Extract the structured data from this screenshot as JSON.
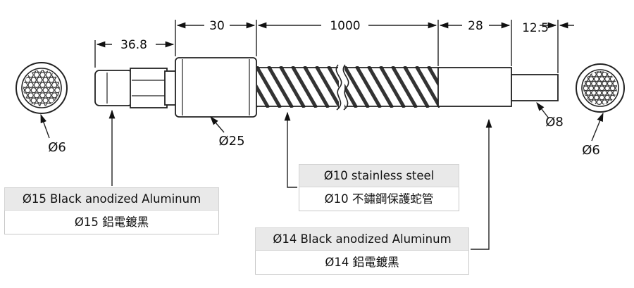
{
  "dimensions": {
    "d_36_8": "36.8",
    "d_30": "30",
    "d_1000": "1000",
    "d_28": "28",
    "d_12_5": "12.5"
  },
  "diameters": {
    "left_end": "Ø6",
    "nut": "Ø25",
    "sleeve_tip": "Ø8",
    "right_end": "Ø6"
  },
  "callouts": {
    "left": {
      "line1": "Ø15 Black anodized Aluminum",
      "line2": "Ø15 鋁電鍍黑"
    },
    "middle": {
      "line1": "Ø10 stainless steel",
      "line2": "Ø10 不鏽鋼保護蛇管"
    },
    "right": {
      "line1": "Ø14 Black anodized Aluminum",
      "line2": "Ø14 鋁電鍍黑"
    }
  }
}
